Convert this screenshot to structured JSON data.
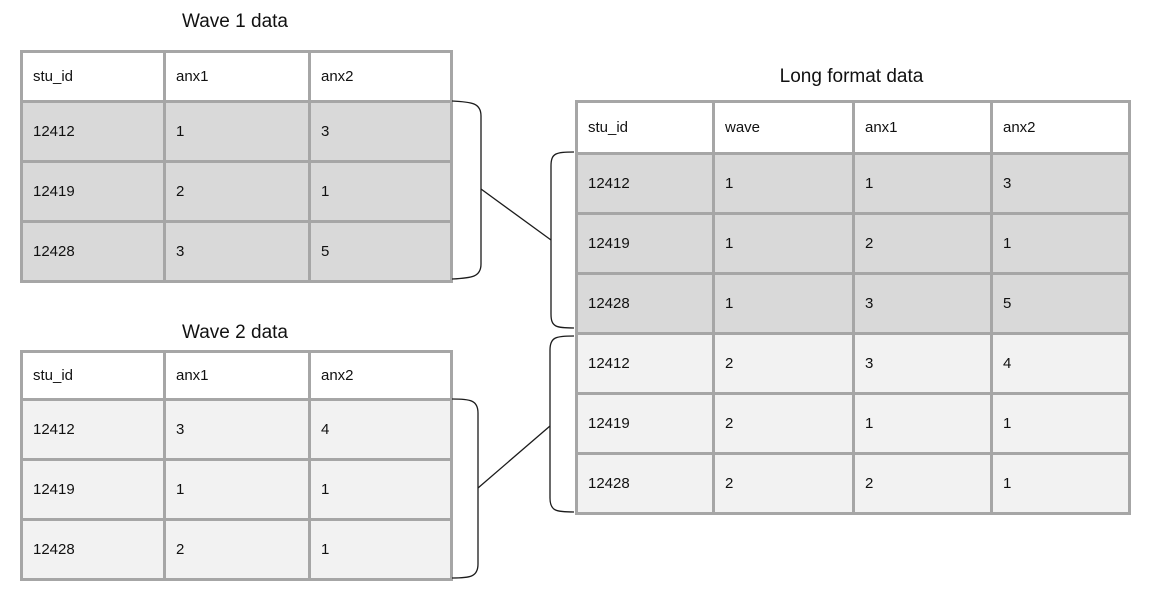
{
  "colors": {
    "table_border": "#a6a6a6",
    "header_fill": "#ffffff",
    "row_dark": "#d9d9d9",
    "row_light": "#f2f2f2",
    "connector_stroke": "#1b1b1b",
    "text": "#111111"
  },
  "tables": {
    "wave1": {
      "title": "Wave 1 data",
      "headers": [
        "stu_id",
        "anx1",
        "anx2"
      ],
      "rows": [
        [
          "12412",
          "1",
          "3"
        ],
        [
          "12419",
          "2",
          "1"
        ],
        [
          "12428",
          "3",
          "5"
        ]
      ]
    },
    "wave2": {
      "title": "Wave 2 data",
      "headers": [
        "stu_id",
        "anx1",
        "anx2"
      ],
      "rows": [
        [
          "12412",
          "3",
          "4"
        ],
        [
          "12419",
          "1",
          "1"
        ],
        [
          "12428",
          "2",
          "1"
        ]
      ]
    },
    "long_format": {
      "title": "Long format data",
      "headers": [
        "stu_id",
        "wave",
        "anx1",
        "anx2"
      ],
      "rows": [
        [
          "12412",
          "1",
          "1",
          "3"
        ],
        [
          "12419",
          "1",
          "2",
          "1"
        ],
        [
          "12428",
          "1",
          "3",
          "5"
        ],
        [
          "12412",
          "2",
          "3",
          "4"
        ],
        [
          "12419",
          "2",
          "1",
          "1"
        ],
        [
          "12428",
          "2",
          "2",
          "1"
        ]
      ]
    }
  }
}
